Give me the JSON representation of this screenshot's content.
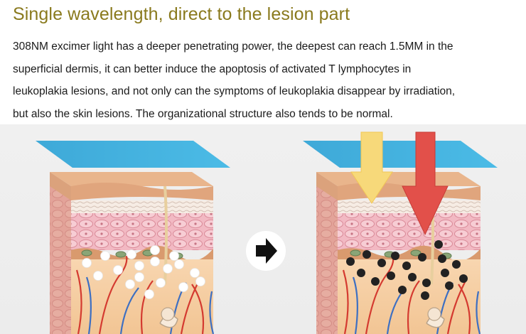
{
  "headline": "Single wavelength, direct to the lesion part",
  "body_lines": [
    "308NM excimer light has a deeper penetrating power, the deepest can reach 1.5MM in the",
    "superficial dermis, it can better induce the apoptosis of activated T lymphocytes in",
    "leukoplakia lesions, and not only can the symptoms of leukoplakia disappear by irradiation,",
    "but also the skin lesions. The organizational structure also tends to be normal."
  ],
  "icons": {
    "transition": "right-arrow-icon",
    "light_arrows": "down-arrow-icon"
  },
  "colors": {
    "headline": "#8a7a1e",
    "light_panel": "#3ea9d8",
    "yellow_arrow": "#f7d97a",
    "red_arrow": "#e2504a",
    "white_cells": "#ffffff",
    "dark_cells": "#222222"
  }
}
